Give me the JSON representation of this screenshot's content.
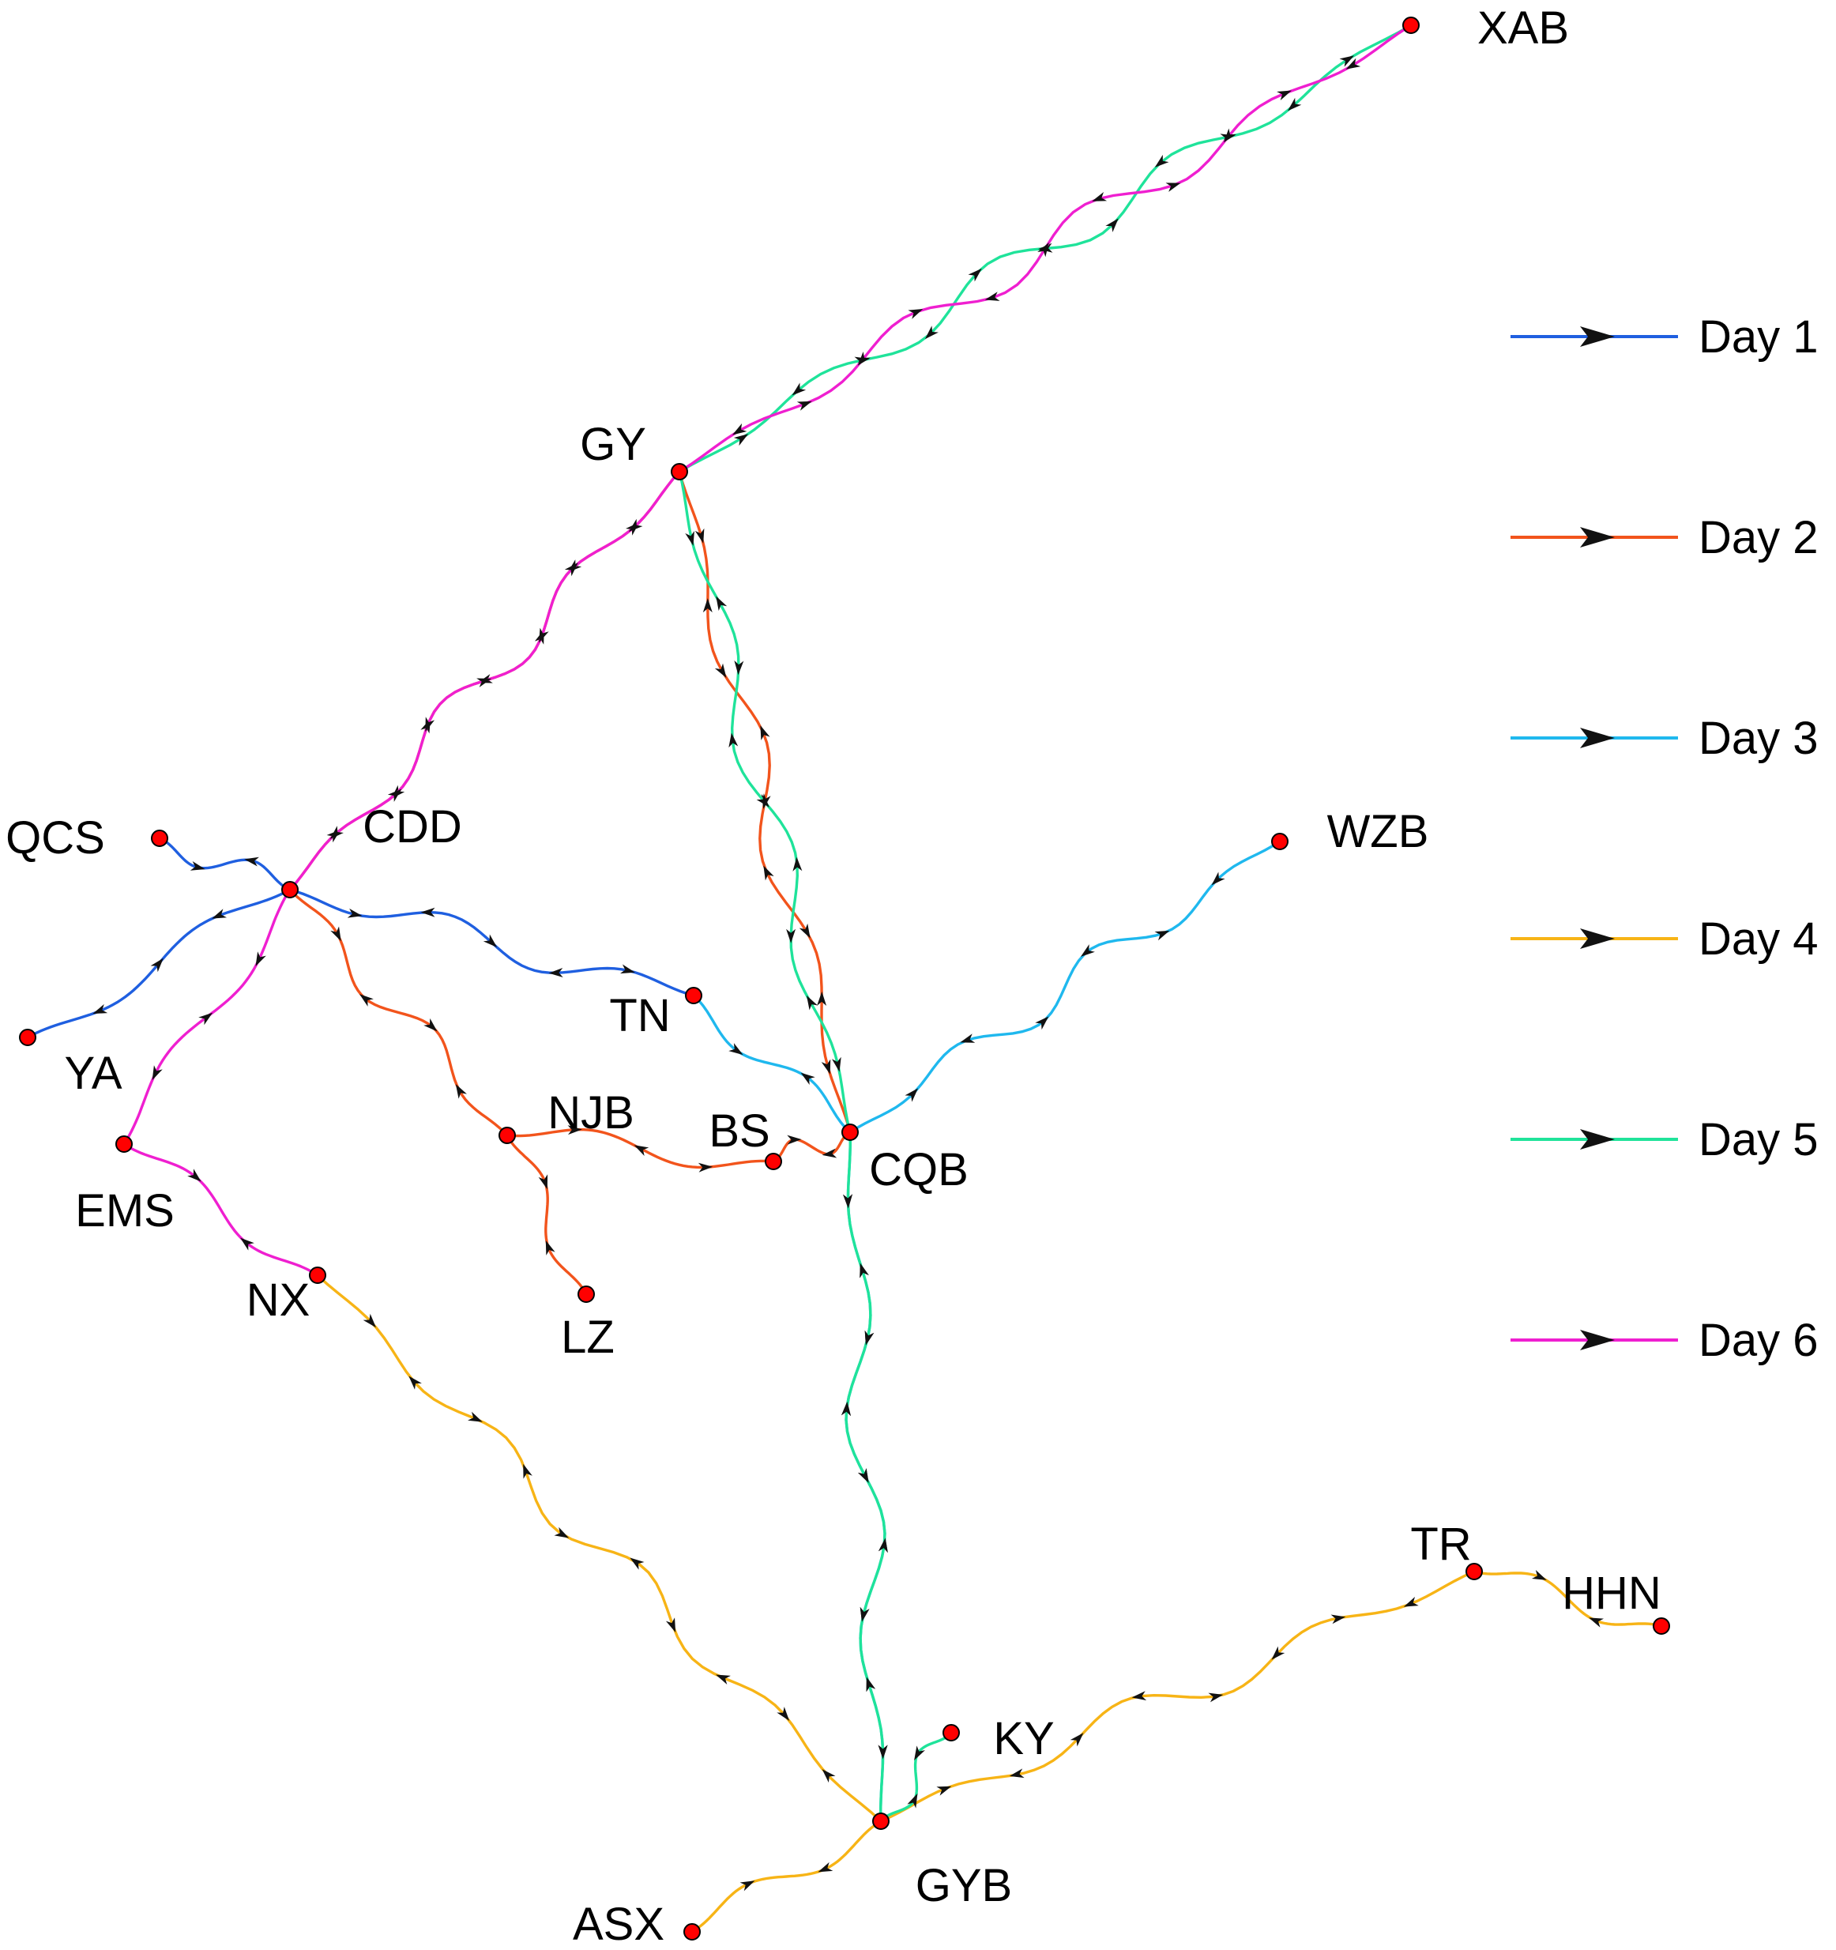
{
  "nodes": [
    {
      "id": "XAB",
      "label": "XAB"
    },
    {
      "id": "GY",
      "label": "GY"
    },
    {
      "id": "QCS",
      "label": "QCS"
    },
    {
      "id": "CDD",
      "label": "CDD"
    },
    {
      "id": "YA",
      "label": "YA"
    },
    {
      "id": "TN",
      "label": "TN"
    },
    {
      "id": "WZB",
      "label": "WZB"
    },
    {
      "id": "EMS",
      "label": "EMS"
    },
    {
      "id": "NJB",
      "label": "NJB"
    },
    {
      "id": "BS",
      "label": "BS"
    },
    {
      "id": "CQB",
      "label": "CQB"
    },
    {
      "id": "NX",
      "label": "NX"
    },
    {
      "id": "LZ",
      "label": "LZ"
    },
    {
      "id": "TR",
      "label": "TR"
    },
    {
      "id": "HHN",
      "label": "HHN"
    },
    {
      "id": "KY",
      "label": "KY"
    },
    {
      "id": "GYB",
      "label": "GYB"
    },
    {
      "id": "ASX",
      "label": "ASX"
    }
  ],
  "legend": [
    {
      "label": "Day 1",
      "color": "#1f5fe0"
    },
    {
      "label": "Day 2",
      "color": "#f2541c"
    },
    {
      "label": "Day 3",
      "color": "#1fb8ee"
    },
    {
      "label": "Day 4",
      "color": "#f7b416"
    },
    {
      "label": "Day 5",
      "color": "#1fe39a"
    },
    {
      "label": "Day 6",
      "color": "#ef1fd0"
    }
  ],
  "routes": [
    {
      "day": 1,
      "legs": [
        [
          "CDD",
          "QCS"
        ],
        [
          "CDD",
          "YA"
        ],
        [
          "CDD",
          "TN"
        ]
      ]
    },
    {
      "day": 2,
      "legs": [
        [
          "CDD",
          "GY"
        ],
        [
          "GY",
          "CQB"
        ],
        [
          "CDD",
          "NJB"
        ],
        [
          "NJB",
          "LZ"
        ],
        [
          "NJB",
          "BS"
        ],
        [
          "BS",
          "CQB"
        ]
      ]
    },
    {
      "day": 3,
      "legs": [
        [
          "TN",
          "CQB"
        ],
        [
          "CQB",
          "WZB"
        ],
        [
          "CQB",
          "GYB"
        ]
      ]
    },
    {
      "day": 4,
      "legs": [
        [
          "NX",
          "GYB"
        ],
        [
          "GYB",
          "TR"
        ],
        [
          "TR",
          "HHN"
        ],
        [
          "GYB",
          "ASX"
        ]
      ]
    },
    {
      "day": 5,
      "legs": [
        [
          "GY",
          "XAB"
        ],
        [
          "GY",
          "CQB"
        ],
        [
          "CQB",
          "GYB"
        ],
        [
          "GYB",
          "KY"
        ]
      ]
    },
    {
      "day": 6,
      "legs": [
        [
          "XAB",
          "GY"
        ],
        [
          "GY",
          "CDD"
        ],
        [
          "CDD",
          "EMS"
        ],
        [
          "EMS",
          "NX"
        ]
      ]
    }
  ]
}
